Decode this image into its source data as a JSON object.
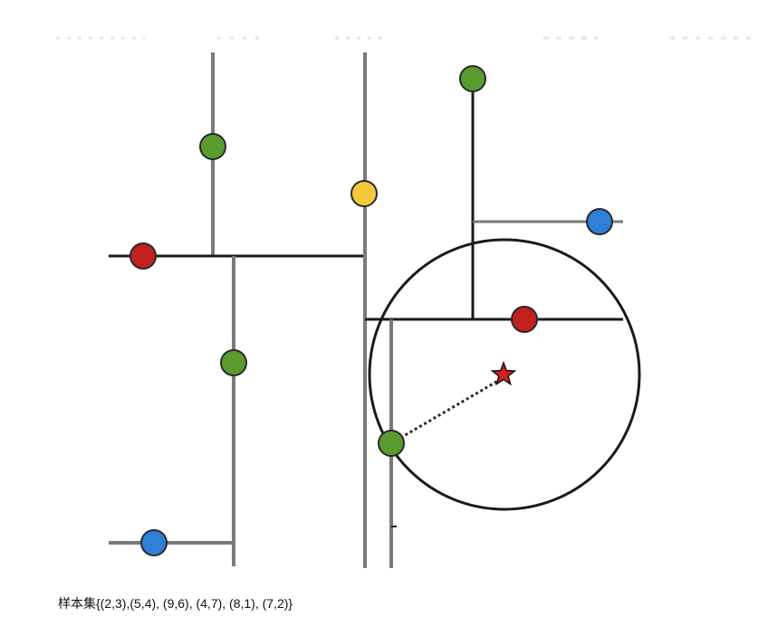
{
  "diagram": {
    "type": "kd-tree nearest-neighbor search",
    "colors": {
      "split_line_gray": "#7a7a7a",
      "split_line_black": "#1a1a1a",
      "green": "#5a9b2f",
      "red": "#c0211c",
      "blue": "#2f7fd6",
      "yellow": "#f3c93a",
      "query_star": "#d42020",
      "outline": "#2a2a2a"
    },
    "points": [
      {
        "color": "green",
        "label": "green-point-top-left"
      },
      {
        "color": "red",
        "label": "red-point-left"
      },
      {
        "color": "green",
        "label": "green-point-middle-left"
      },
      {
        "color": "blue",
        "label": "blue-point-bottom-left"
      },
      {
        "color": "yellow",
        "label": "yellow-point"
      },
      {
        "color": "green",
        "label": "green-point-top-right"
      },
      {
        "color": "blue",
        "label": "blue-point-right"
      },
      {
        "color": "red",
        "label": "red-point-in-circle"
      },
      {
        "color": "green",
        "label": "green-point-nearest"
      }
    ],
    "query": {
      "shape": "star",
      "color": "query_star"
    },
    "search_circle": true,
    "dotted_link": true
  },
  "caption": "样本集{(2,3),(5,4), (9,6), (4,7), (8,1), (7,2)}"
}
